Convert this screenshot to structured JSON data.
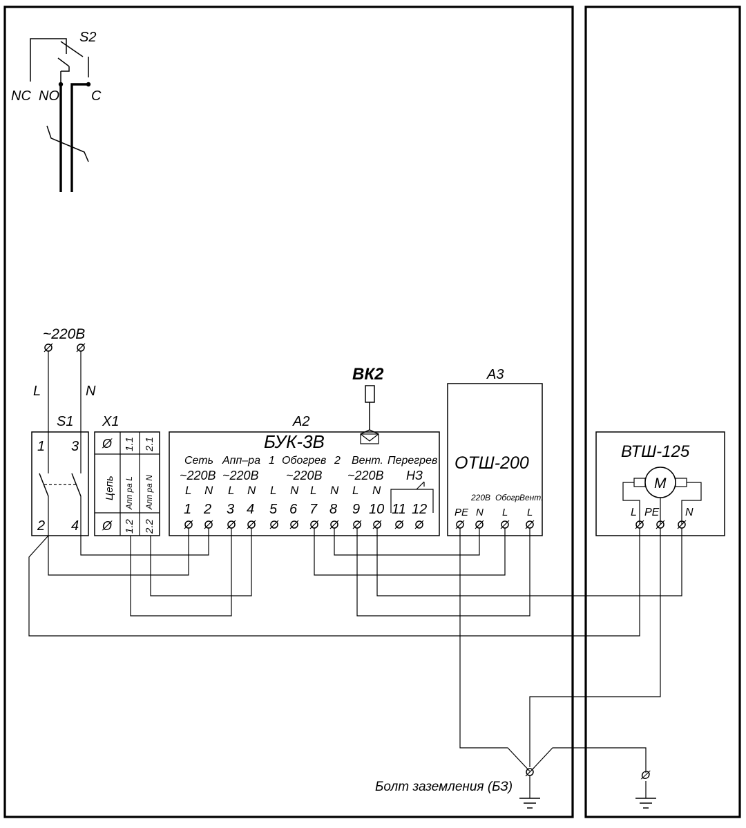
{
  "s2": {
    "name": "S2",
    "nc": "NC",
    "no": "NO",
    "c": "C"
  },
  "supply": {
    "voltage": "~220B",
    "l": "L",
    "n": "N"
  },
  "s1": {
    "name": "S1",
    "t1": "1",
    "t2": "2",
    "t3": "3",
    "t4": "4"
  },
  "x1": {
    "name": "X1",
    "sym_top": "Ø",
    "sym_bottom": "Ø",
    "t11": "1.1",
    "t21": "2.1",
    "t12": "1.2",
    "t22": "2.2",
    "circuit": "Цепь",
    "app_l": "Апп ра L",
    "app_n": "Апп ра N"
  },
  "a2": {
    "ref": "A2",
    "name": "БУК-3В",
    "grp_set": "Сеть",
    "grp_app": "Апп–ра",
    "grp_1": "1",
    "grp_heat": "Обогрев",
    "grp_2": "2",
    "grp_vent": "Вент.",
    "grp_overheat": "Перегрев",
    "v_set": "~220B",
    "v_app": "~220B",
    "v_heat": "~220B",
    "v_vent": "~220B",
    "nz": "НЗ",
    "ln": [
      "L",
      "N",
      "L",
      "N",
      "L",
      "N",
      "L",
      "N",
      "L",
      "N"
    ],
    "nums": [
      "1",
      "2",
      "3",
      "4",
      "5",
      "6",
      "7",
      "8",
      "9",
      "10",
      "11",
      "12"
    ]
  },
  "bk2": {
    "name": "ВК2"
  },
  "a3": {
    "ref": "A3",
    "name": "ОТШ-200",
    "v220": "220В",
    "heat": "Обогр.",
    "vent": "Вент.",
    "pe": "PE",
    "n": "N",
    "l1": "L",
    "l2": "L"
  },
  "vtsh": {
    "name": "ВТШ-125",
    "motor": "М",
    "l": "L",
    "pe": "PE",
    "n": "N"
  },
  "ground": {
    "label": "Болт заземления (БЗ)",
    "sym": "Ø"
  }
}
